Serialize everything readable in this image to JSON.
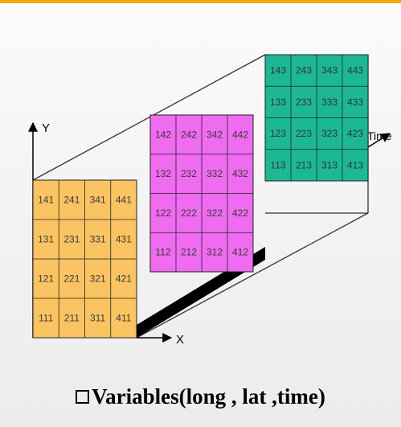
{
  "axes": {
    "y_label": "Y",
    "x_label": "X",
    "time_label": "Time"
  },
  "colors": {
    "front": "#fbc462",
    "middle": "#ef6bef",
    "back": "#1cb896",
    "grid_line": "#222222",
    "band": "#000000"
  },
  "planes": [
    {
      "name": "front",
      "cells": [
        [
          "141",
          "241",
          "341",
          "441"
        ],
        [
          "131",
          "231",
          "331",
          "431"
        ],
        [
          "121",
          "221",
          "321",
          "421"
        ],
        [
          "111",
          "211",
          "311",
          "411"
        ]
      ]
    },
    {
      "name": "middle",
      "cells": [
        [
          "142",
          "242",
          "342",
          "442"
        ],
        [
          "132",
          "232",
          "332",
          "432"
        ],
        [
          "122",
          "222",
          "322",
          "422"
        ],
        [
          "112",
          "212",
          "312",
          "412"
        ]
      ]
    },
    {
      "name": "back",
      "cells": [
        [
          "143",
          "243",
          "343",
          "443"
        ],
        [
          "133",
          "233",
          "333",
          "433"
        ],
        [
          "123",
          "223",
          "323",
          "423"
        ],
        [
          "113",
          "213",
          "313",
          "413"
        ]
      ]
    }
  ],
  "caption": "Variables(long , lat ,time)"
}
